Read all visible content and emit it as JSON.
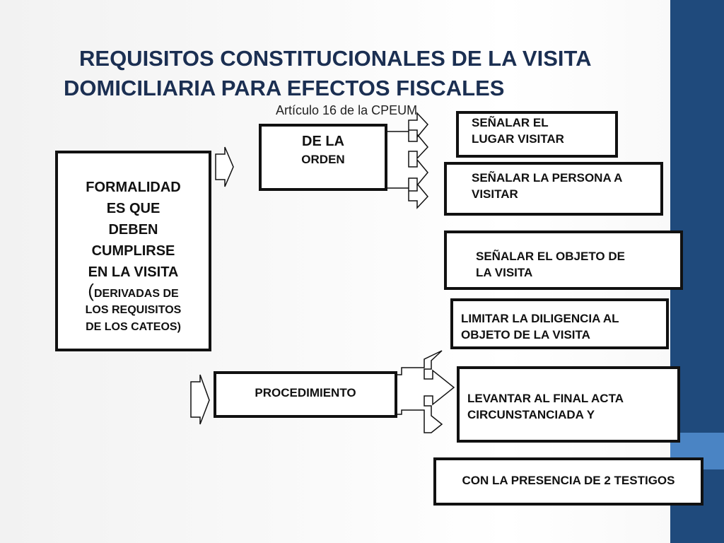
{
  "title": {
    "line1": "REQUISITOS CONSTITUCIONALES  DE LA VISITA",
    "line2": "DOMICILIARIA PARA EFECTOS FISCALES"
  },
  "subtitle": "Artículo 16 de la CPEUM",
  "formalidades": {
    "l1": "FORMALIDAD",
    "l2": "ES QUE",
    "l3": "DEBEN",
    "l4": "CUMPLIRSE",
    "l5": "EN LA VISITA",
    "paren": "(",
    "l6": "DERIVADAS DE",
    "l7": "LOS REQUISITOS",
    "l8": "DE LOS CATEOS)"
  },
  "orden": {
    "l1": "DE LA",
    "l2": "ORDEN"
  },
  "procedimiento": "PROCEDIMIENTO",
  "items": {
    "lugar": {
      "l1": "SEÑALAR EL",
      "l2": "LUGAR VISITAR"
    },
    "persona": {
      "l1": "SEÑALAR LA PERSONA  A",
      "l2": "VISITAR"
    },
    "objeto": {
      "l1": "SEÑALAR EL OBJETO DE",
      "l2": "LA VISITA"
    },
    "limitar": {
      "l1": "LIMITAR LA DILIGENCIA AL",
      "l2": "OBJETO DE LA VISITA"
    },
    "acta": {
      "l1": "LEVANTAR AL FINAL ACTA",
      "l2": "CIRCUNSTANCIADA Y"
    },
    "testigos": "CON LA PRESENCIA DE 2 TESTIGOS"
  },
  "colors": {
    "stripe": "#1f4a7c",
    "stripe_accent": "#4a84c4",
    "title": "#1b2f52"
  }
}
